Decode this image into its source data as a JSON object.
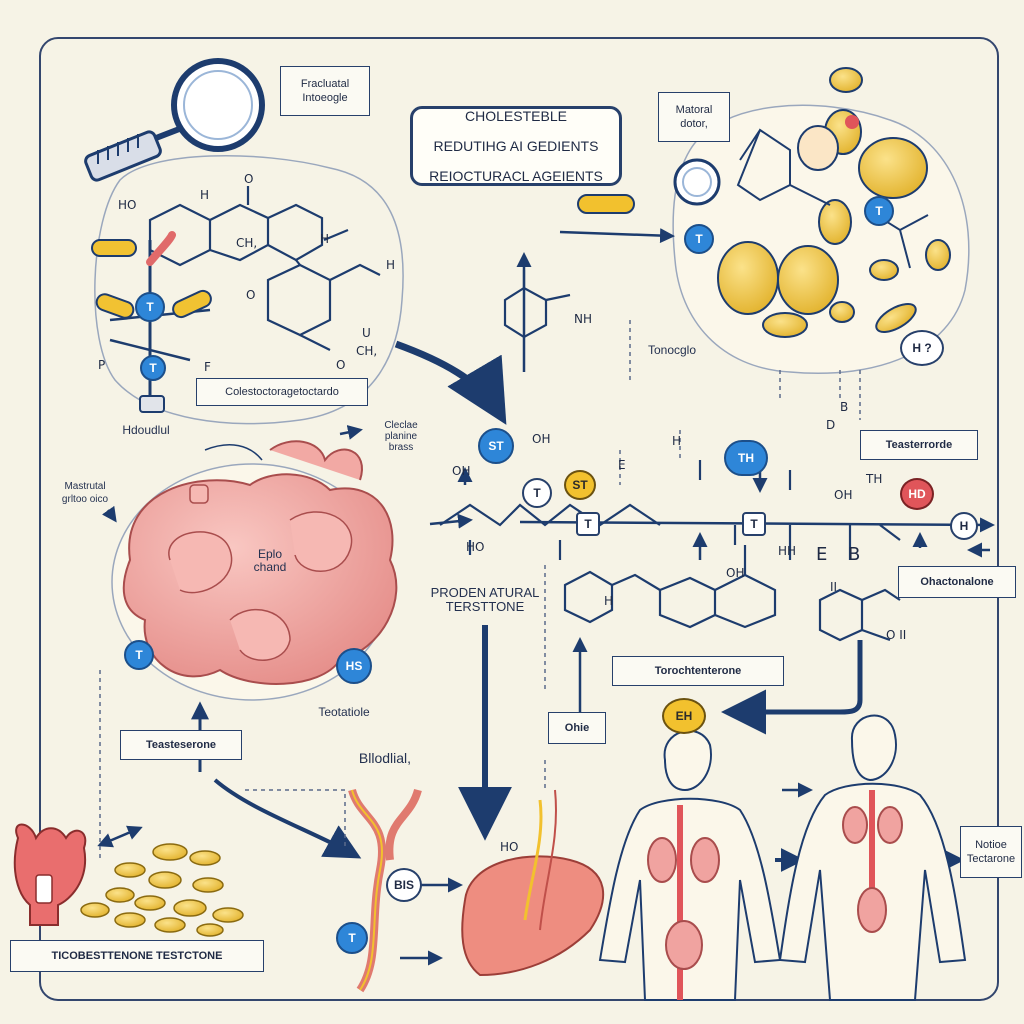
{
  "reduction_box": {
    "line1": "CHOLESTEBLE",
    "line2": "REDUTIHG AI GEDIENTS",
    "line3": "REIOCTURACL AGEIENTS"
  },
  "labels": {
    "magnifier_note": "Fracluatal\nIntoeogle",
    "natural_note": "Matoral\ndotor,",
    "molecule_caption": "Colestoctoragetoctardo",
    "hdouchil": "Hdoudlul",
    "testosterone_box_right": "Teasterrorde",
    "tonocglo": "Tonocglo",
    "ohactonalone": "Ohactonalone",
    "gland_note": "Mastrutal\ngrltoo oico",
    "gland_center": "Eplo\nchand",
    "gland_top_note": "Cleclae\nplanine\nbrass",
    "testicle_label": "Teotatiole",
    "testosterone_left_box": "Teasteserone",
    "pathway_label": "PRODEN ATURAL\nTERSTTONE",
    "torochtenterone": "Torochtenterone",
    "ohe": "Ohie",
    "bloodstream": "Bllodlial,",
    "bottom_left_box": "TICOBESTTENONE TESTCTONE",
    "bottom_right_note": "Notioe\nTectarone"
  },
  "badges": {
    "t": "T",
    "st": "ST",
    "st_yellow": "ST",
    "th": "TH",
    "hd": "HD",
    "he": "H ?",
    "h": "H",
    "hs": "HS",
    "bs": "BIS",
    "ehi": "EH"
  },
  "chem": {
    "ho": "HO",
    "oh": "OH",
    "h": "H",
    "ch3": "CH,",
    "o": "O",
    "u": "U",
    "p": "P",
    "f": "F",
    "nh": "NH",
    "e": "E",
    "b": "B",
    "ii": "II",
    "d": "D",
    "hh": "HH",
    "oii": "O II",
    "th": "TH",
    "ho2": "HO"
  },
  "colors": {
    "navy": "#1d3c6e",
    "accent_blue": "#2e86d8",
    "accent_yellow": "#f2c12e",
    "accent_red": "#e0555a",
    "organ_pink": "#f0a3a0",
    "fat_yellow": "#eec54a"
  }
}
